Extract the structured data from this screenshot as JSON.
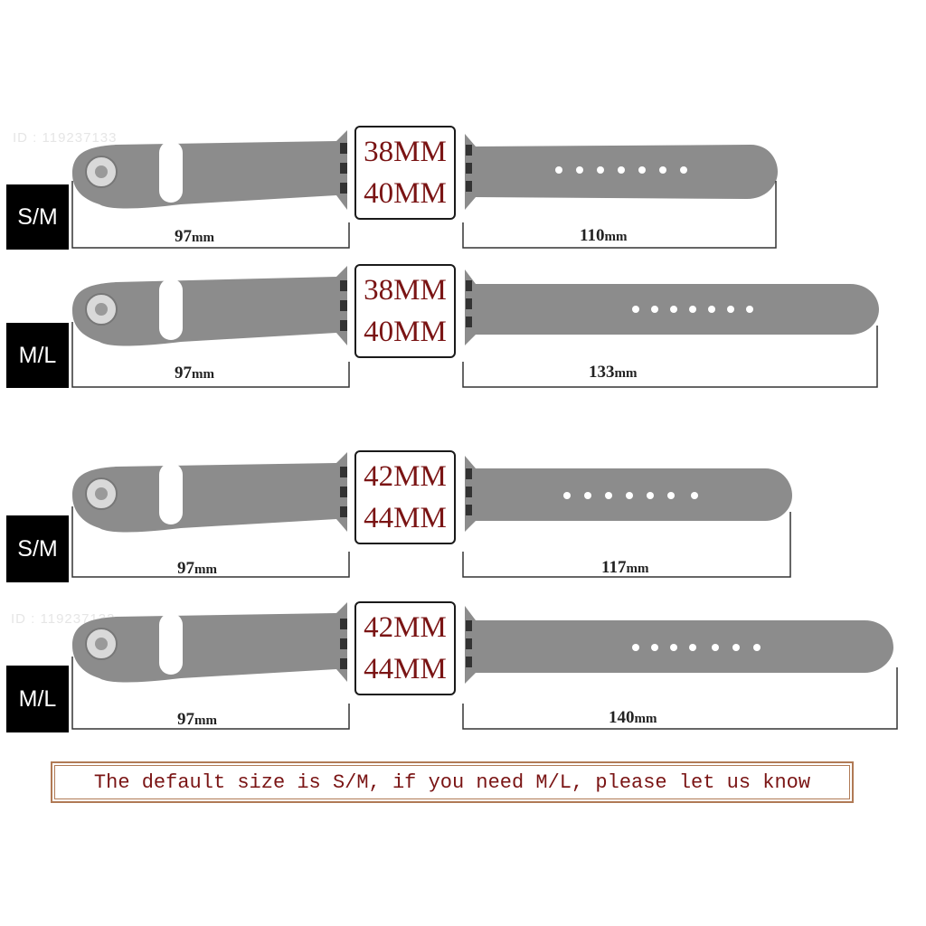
{
  "watermark": "ID : 119237133",
  "colors": {
    "strap": "#8c8c8c",
    "text_red": "#7a1414",
    "box_border": "#b07a55"
  },
  "rows": [
    {
      "size": "S/M",
      "case_top": "38MM",
      "case_bottom": "40MM",
      "left_length": "97",
      "right_length": "110",
      "unit": "mm"
    },
    {
      "size": "M/L",
      "case_top": "38MM",
      "case_bottom": "40MM",
      "left_length": "97",
      "right_length": "133",
      "unit": "mm"
    },
    {
      "size": "S/M",
      "case_top": "42MM",
      "case_bottom": "44MM",
      "left_length": "97",
      "right_length": "117",
      "unit": "mm"
    },
    {
      "size": "M/L",
      "case_top": "42MM",
      "case_bottom": "44MM",
      "left_length": "97",
      "right_length": "140",
      "unit": "mm"
    }
  ],
  "note": "The default size is S/M, if you need M/L, please let us know"
}
